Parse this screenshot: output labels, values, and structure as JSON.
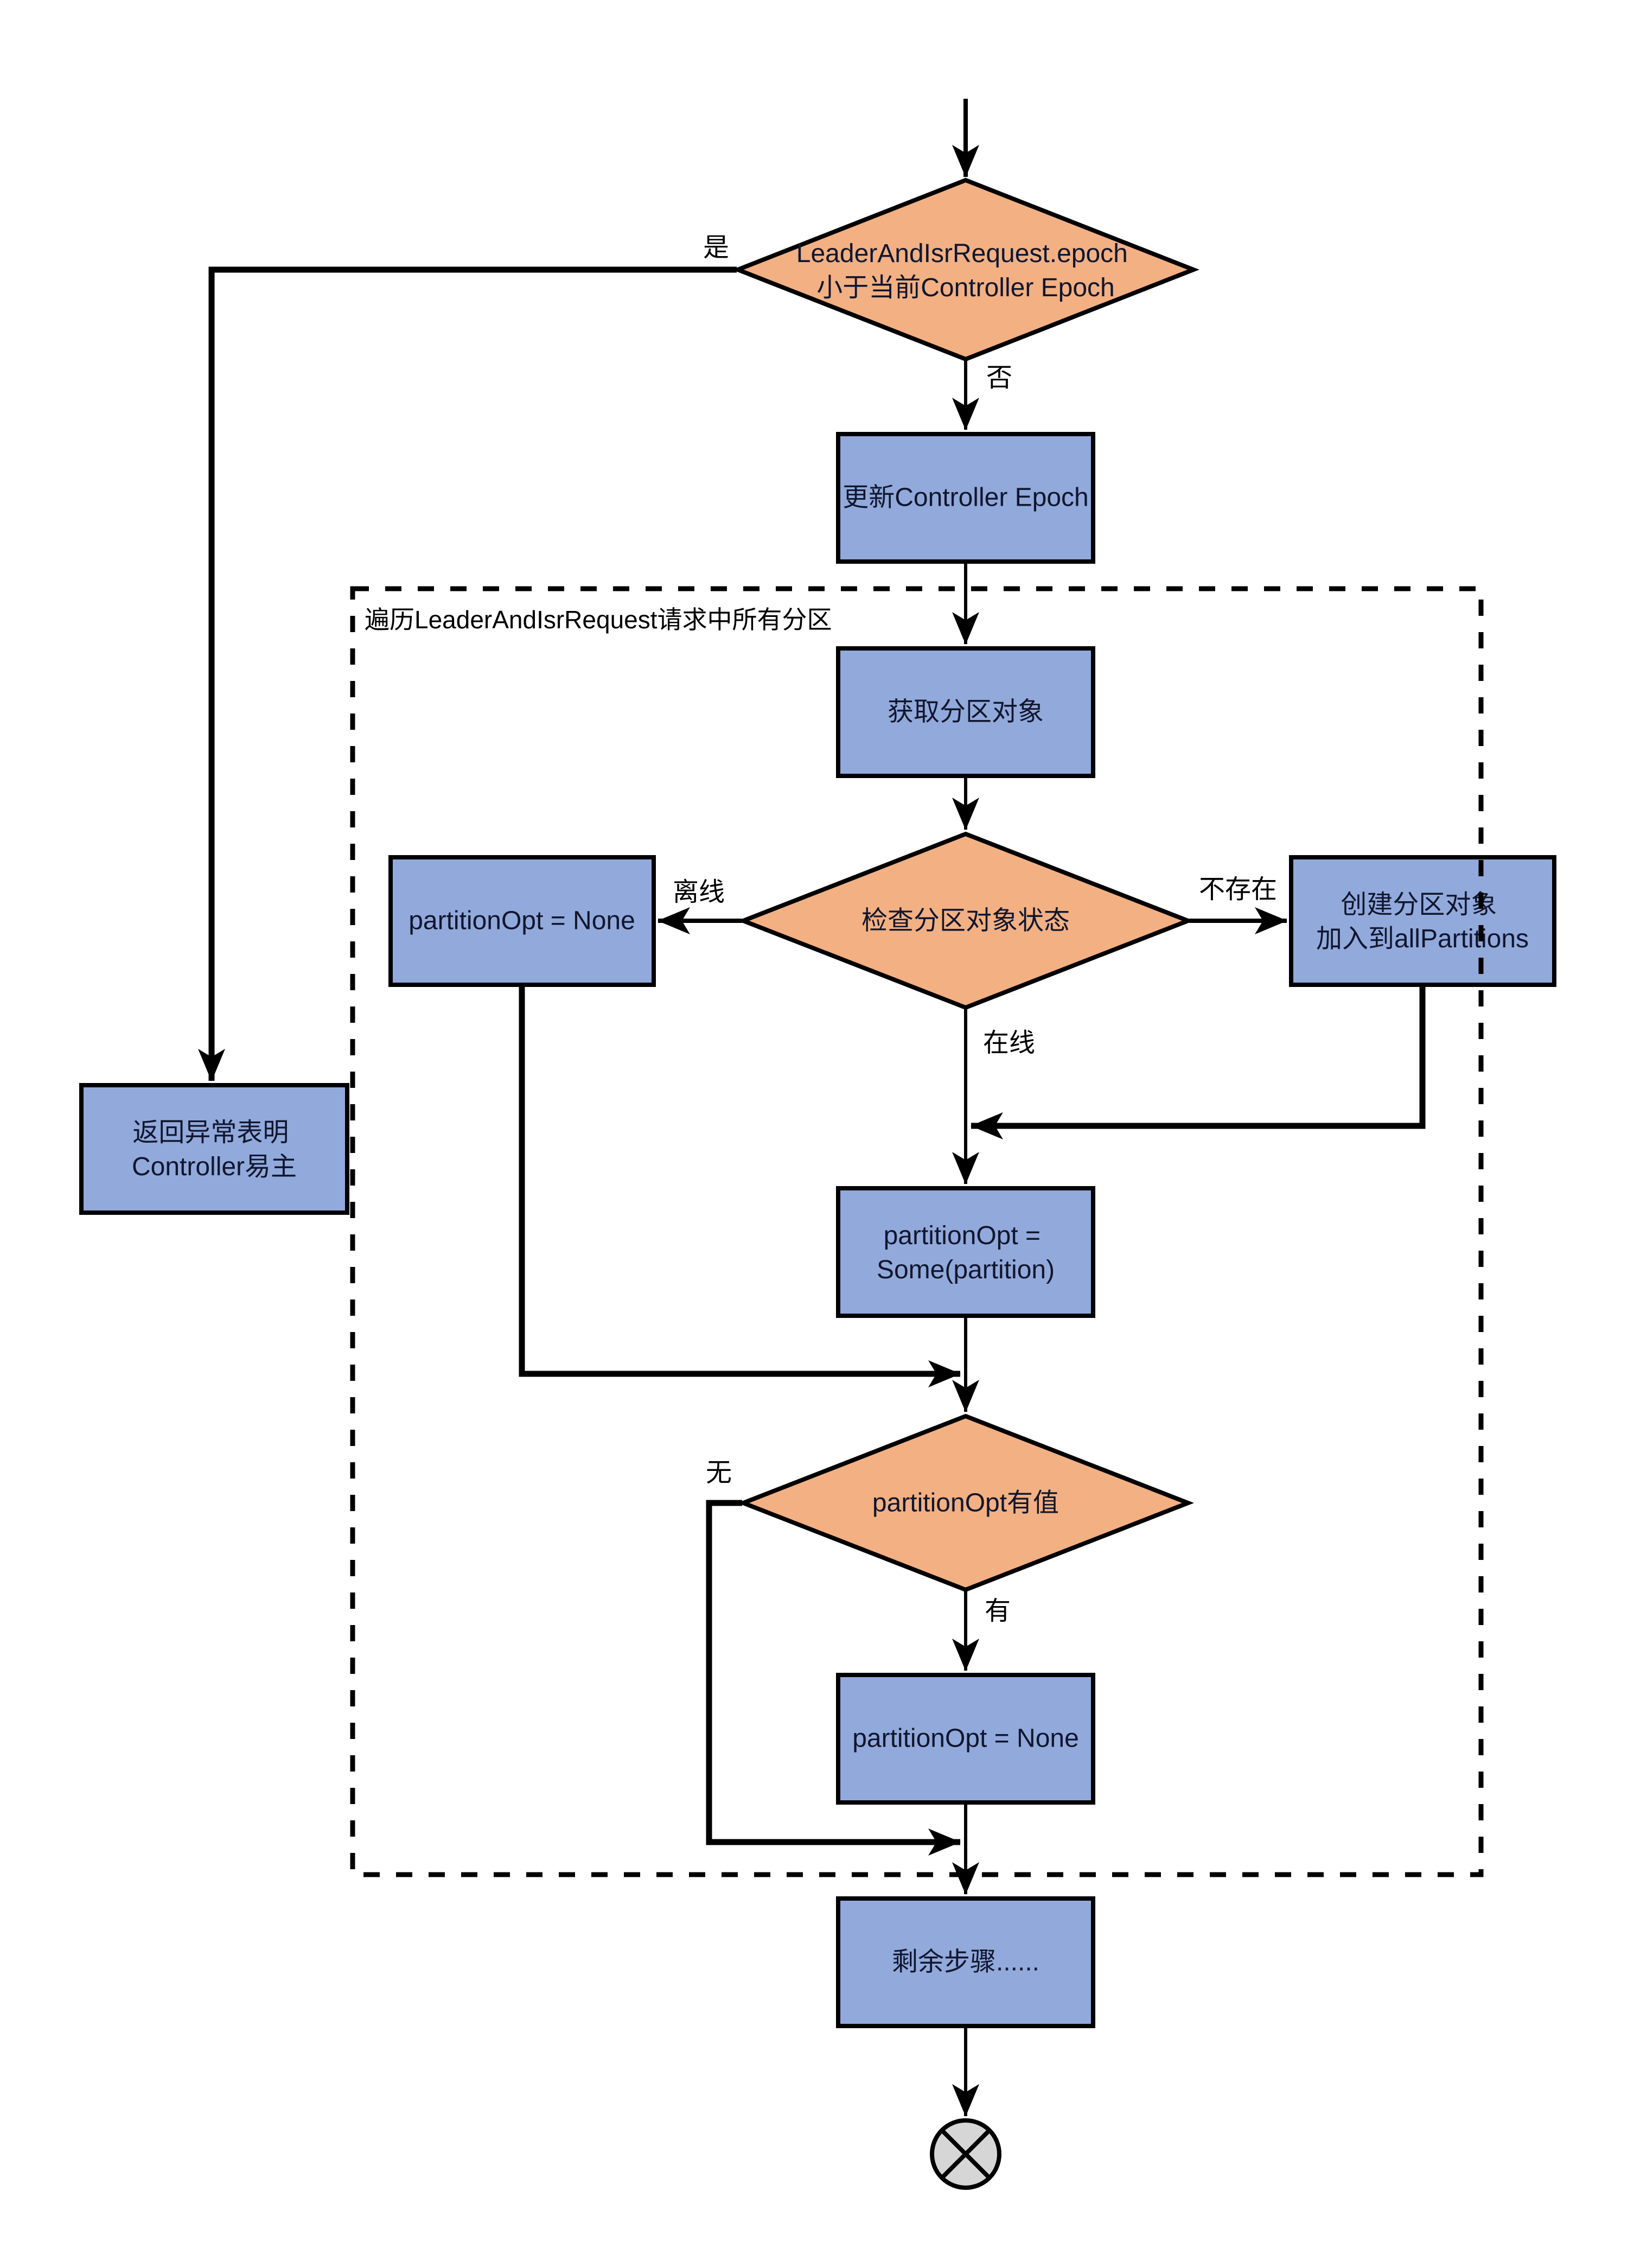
{
  "diagram": {
    "nodes": {
      "decision_epoch": {
        "lines": [
          "LeaderAndIsrRequest.epoch",
          "小于当前Controller Epoch"
        ]
      },
      "update_epoch": {
        "label": "更新Controller Epoch"
      },
      "loop_container": {
        "label": "遍历LeaderAndIsrRequest请求中所有分区"
      },
      "get_partition": {
        "label": "获取分区对象"
      },
      "decision_check_state": {
        "label": "检查分区对象状态"
      },
      "partition_none_left": {
        "label": "partitionOpt = None"
      },
      "create_partition": {
        "lines": [
          "创建分区对象",
          "加入到allPartitions"
        ]
      },
      "return_exception": {
        "lines": [
          "返回异常表明",
          "Controller易主"
        ]
      },
      "partition_some": {
        "lines": [
          "partitionOpt =",
          "Some(partition)"
        ]
      },
      "decision_has_value": {
        "label": "partitionOpt有值"
      },
      "partition_none_bottom": {
        "label": "partitionOpt = None"
      },
      "remaining_steps": {
        "label": "剩余步骤......"
      }
    },
    "edge_labels": {
      "yes": "是",
      "no": "否",
      "offline": "离线",
      "not_exist": "不存在",
      "online": "在线",
      "none": "无",
      "has": "有"
    },
    "colors": {
      "decision_fill": "#F2B083",
      "process_fill": "#92A9DB",
      "terminal_fill": "#D6D6D6",
      "stroke": "#000000",
      "node_text": "#10162E",
      "label_text": "#000000"
    }
  }
}
